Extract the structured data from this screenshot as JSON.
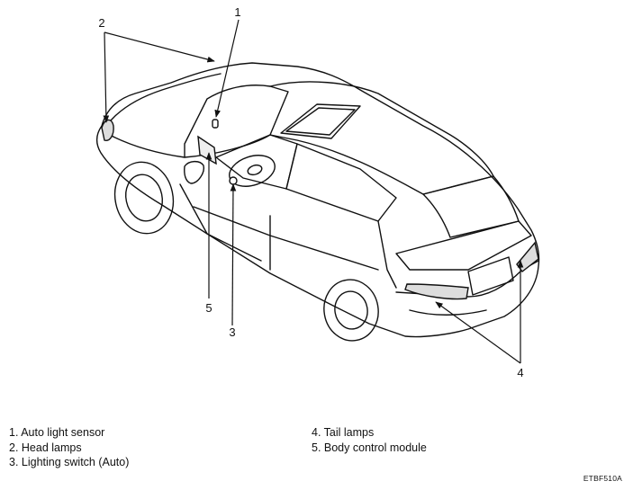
{
  "callouts": {
    "c1": "1",
    "c2": "2",
    "c3": "3",
    "c4": "4",
    "c5": "5"
  },
  "legend": {
    "left": [
      "1. Auto light sensor",
      "2. Head lamps",
      "3. Lighting switch (Auto)"
    ],
    "right": [
      "4. Tail lamps",
      "5. Body control module"
    ]
  },
  "figure_code": "ETBF510A"
}
